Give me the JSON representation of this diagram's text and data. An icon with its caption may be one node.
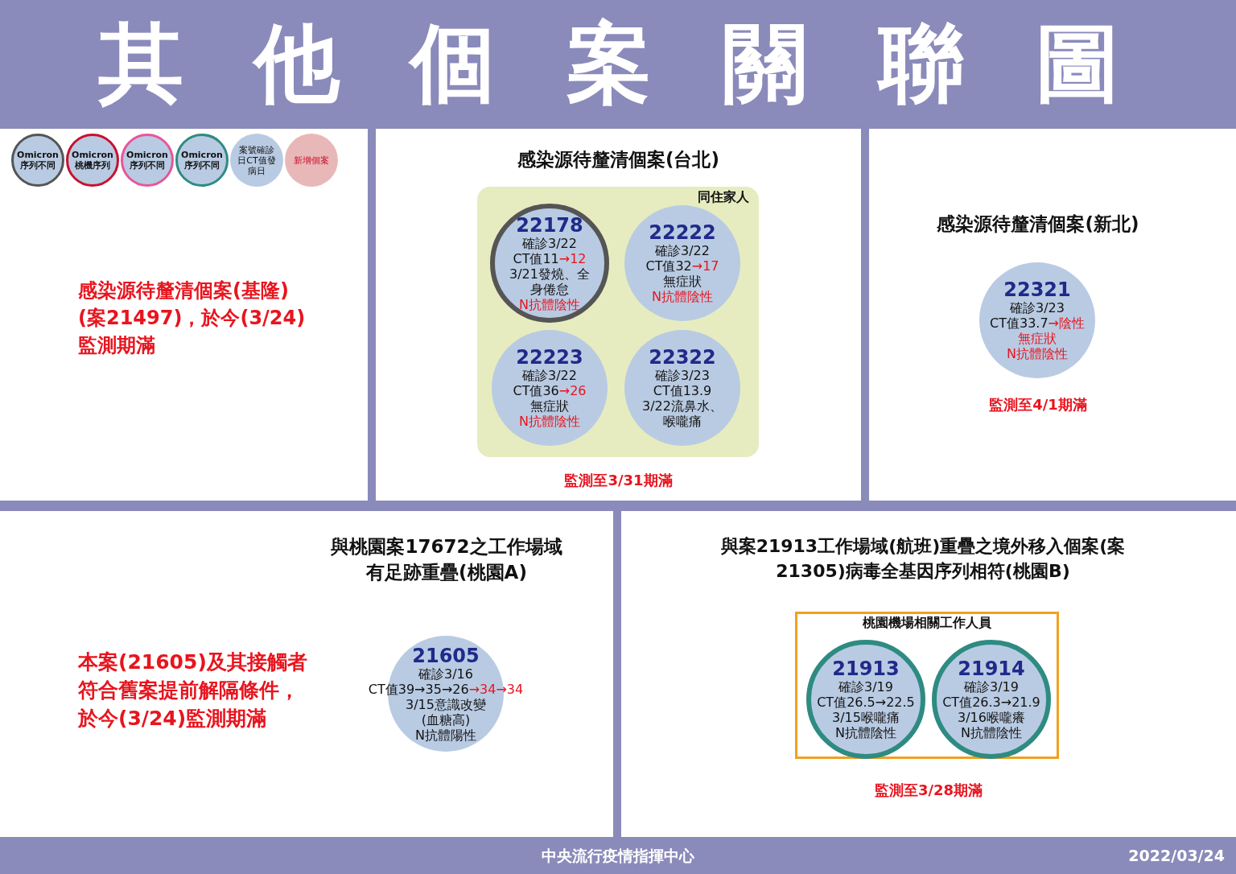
{
  "diagram": {
    "title": "其他個案關聯圖",
    "nodes": [
      {
        "text": [
          "感染源待釐清個案(基隆)(案21497)，於今(3/24)監測期滿"
        ]
      },
      {
        "text": [
          "感染源待釐清個案(台北)",
          "監測至3/31期滿"
        ]
      },
      {
        "text": [
          "同住家人"
        ],
        "in": 1
      },
      {
        "text": [
          "22178",
          "確診3/22",
          "CT值11→12",
          "3/21發燒、全身倦怠",
          "N抗體陰性"
        ],
        "in": 2
      },
      {
        "text": [
          "22222",
          "確診3/22",
          "CT值32→17",
          "無症狀",
          "N抗體陰性"
        ],
        "in": 2
      },
      {
        "text": [
          "22223",
          "確診3/22",
          "CT值36→26",
          "無症狀",
          "N抗體陰性"
        ],
        "in": 2
      },
      {
        "text": [
          "22322",
          "確診3/23",
          "CT值13.9",
          "3/22流鼻水、喉嚨痛"
        ],
        "in": 2
      },
      {
        "text": [
          "感染源待釐清個案(新北)",
          "監測至4/1期滿"
        ]
      },
      {
        "text": [
          "22321",
          "確診3/23",
          "CT值33.7→陰性",
          "無症狀",
          "N抗體陰性"
        ],
        "in": 7
      },
      {
        "text": [
          "與桃園案17672之工作場域有足跡重疊(桃園A)",
          "本案(21605)及其接觸者符合舊案提前解隔條件，於今(3/24)監測期滿"
        ]
      },
      {
        "text": [
          "21605",
          "確診3/16",
          "CT值39→35→26→34→34",
          "3/15意識改變(血糖高)",
          "N抗體陽性"
        ],
        "in": 9
      },
      {
        "text": [
          "與案21913工作場域(航班)重疊之境外移入個案(案21305)病毒全基因序列相符(桃園B)",
          "監測至3/28期滿"
        ]
      },
      {
        "text": [
          "桃園機場相關工作人員"
        ],
        "in": 11
      },
      {
        "text": [
          "21913",
          "確診3/19",
          "CT值26.5→22.5",
          "3/15喉嚨痛",
          "N抗體陰性"
        ],
        "in": 12
      },
      {
        "text": [
          "21914",
          "確診3/19",
          "CT值26.3→21.9",
          "3/16喉嚨癢",
          "N抗體陰性"
        ],
        "in": 12
      }
    ],
    "labels": [
      "中央流行疫情指揮中心",
      "2022/03/24"
    ],
    "legend": [
      {
        "text": "Omicron 序列不同",
        "color": "#555555"
      },
      {
        "text": "Omicron 桃機序列",
        "color": "#c8102e"
      },
      {
        "text": "Omicron 序列不同",
        "color": "#e8559a"
      },
      {
        "text": "Omicron 序列不同",
        "color": "#2e8b82"
      },
      {
        "text": "案號確診日CT值發病日",
        "color": "#b9cbe3"
      },
      {
        "text": "新增個案",
        "color": "#e8b8b8"
      }
    ]
  }
}
